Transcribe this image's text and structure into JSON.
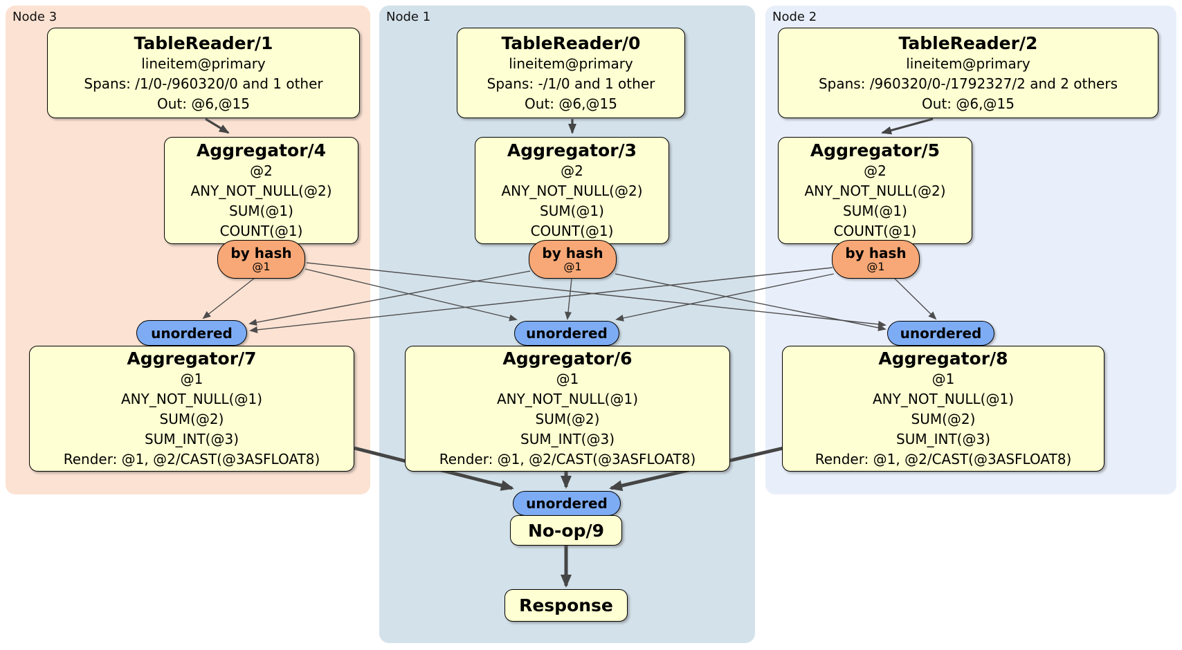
{
  "diagram": {
    "kind": "distributed SQL physical plan",
    "colors": {
      "node3_bg": "#fce2d2",
      "node1_bg": "#d3e1ea",
      "node2_bg": "#e9effa",
      "processor_fill": "#feffd2",
      "router_fill": "#f7a876",
      "sync_fill": "#7dacf4",
      "edge": "#4a4a4a",
      "border": "#000000"
    }
  },
  "regions": [
    {
      "label": "Node 3"
    },
    {
      "label": "Node 1"
    },
    {
      "label": "Node 2"
    }
  ],
  "boxes": [
    {
      "title": "TableReader/1",
      "lines": [
        "lineitem@primary",
        "Spans: /1/0-/960320/0 and 1 other",
        "Out: @6,@15"
      ]
    },
    {
      "title": "TableReader/0",
      "lines": [
        "lineitem@primary",
        "Spans: -/1/0 and 1 other",
        "Out: @6,@15"
      ]
    },
    {
      "title": "TableReader/2",
      "lines": [
        "lineitem@primary",
        "Spans: /960320/0-/1792327/2 and 2 others",
        "Out: @6,@15"
      ]
    },
    {
      "title": "Aggregator/4",
      "lines": [
        "@2",
        "ANY_NOT_NULL(@2)",
        "SUM(@1)",
        "COUNT(@1)"
      ]
    },
    {
      "title": "Aggregator/3",
      "lines": [
        "@2",
        "ANY_NOT_NULL(@2)",
        "SUM(@1)",
        "COUNT(@1)"
      ]
    },
    {
      "title": "Aggregator/5",
      "lines": [
        "@2",
        "ANY_NOT_NULL(@2)",
        "SUM(@1)",
        "COUNT(@1)"
      ]
    },
    {
      "title": "Aggregator/7",
      "lines": [
        "@1",
        "ANY_NOT_NULL(@1)",
        "SUM(@2)",
        "SUM_INT(@3)",
        "Render: @1, @2/CAST(@3ASFLOAT8)"
      ]
    },
    {
      "title": "Aggregator/6",
      "lines": [
        "@1",
        "ANY_NOT_NULL(@1)",
        "SUM(@2)",
        "SUM_INT(@3)",
        "Render: @1, @2/CAST(@3ASFLOAT8)"
      ]
    },
    {
      "title": "Aggregator/8",
      "lines": [
        "@1",
        "ANY_NOT_NULL(@1)",
        "SUM(@2)",
        "SUM_INT(@3)",
        "Render: @1, @2/CAST(@3ASFLOAT8)"
      ]
    },
    {
      "title": "No-op/9",
      "lines": []
    },
    {
      "title": "Response",
      "lines": []
    }
  ],
  "routers": [
    {
      "label": "by hash",
      "detail": "@1"
    },
    {
      "label": "by hash",
      "detail": "@1"
    },
    {
      "label": "by hash",
      "detail": "@1"
    }
  ],
  "syncs": [
    {
      "label": "unordered"
    },
    {
      "label": "unordered"
    },
    {
      "label": "unordered"
    },
    {
      "label": "unordered"
    }
  ]
}
